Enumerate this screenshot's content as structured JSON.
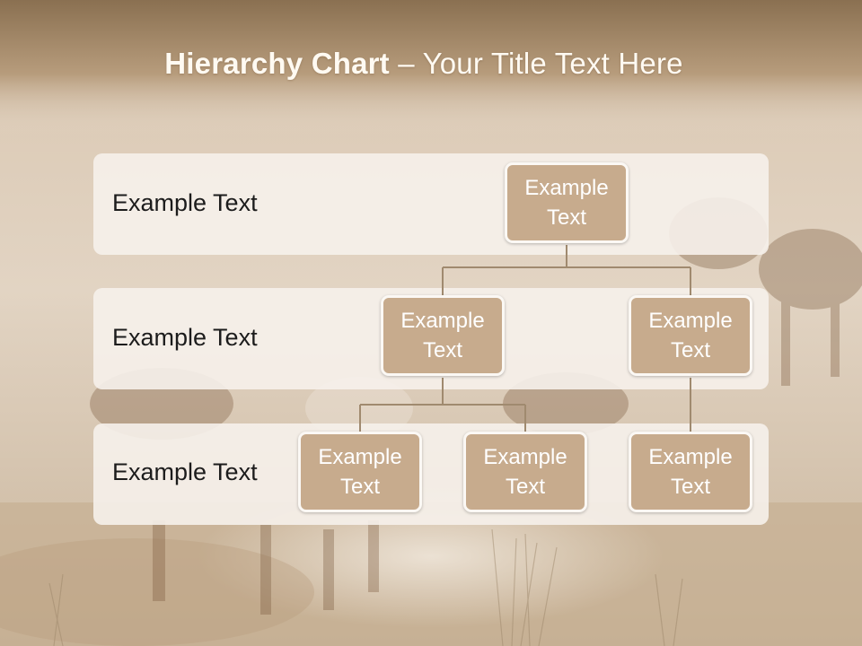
{
  "title": {
    "bold": "Hierarchy Chart",
    "rest": " – Your Title Text Here"
  },
  "levels": [
    {
      "label": "Example Text"
    },
    {
      "label": "Example Text"
    },
    {
      "label": "Example Text"
    }
  ],
  "nodes": {
    "root": "Example Text",
    "level2_left": "Example Text",
    "level2_right": "Example Text",
    "level3_a": "Example Text",
    "level3_b": "Example Text",
    "level3_c": "Example Text"
  },
  "colors": {
    "node_fill": "#c7ab8d",
    "band_fill": "#f6f1eb",
    "connector": "#a08a6f",
    "title_bar": "#9b7e5e"
  }
}
